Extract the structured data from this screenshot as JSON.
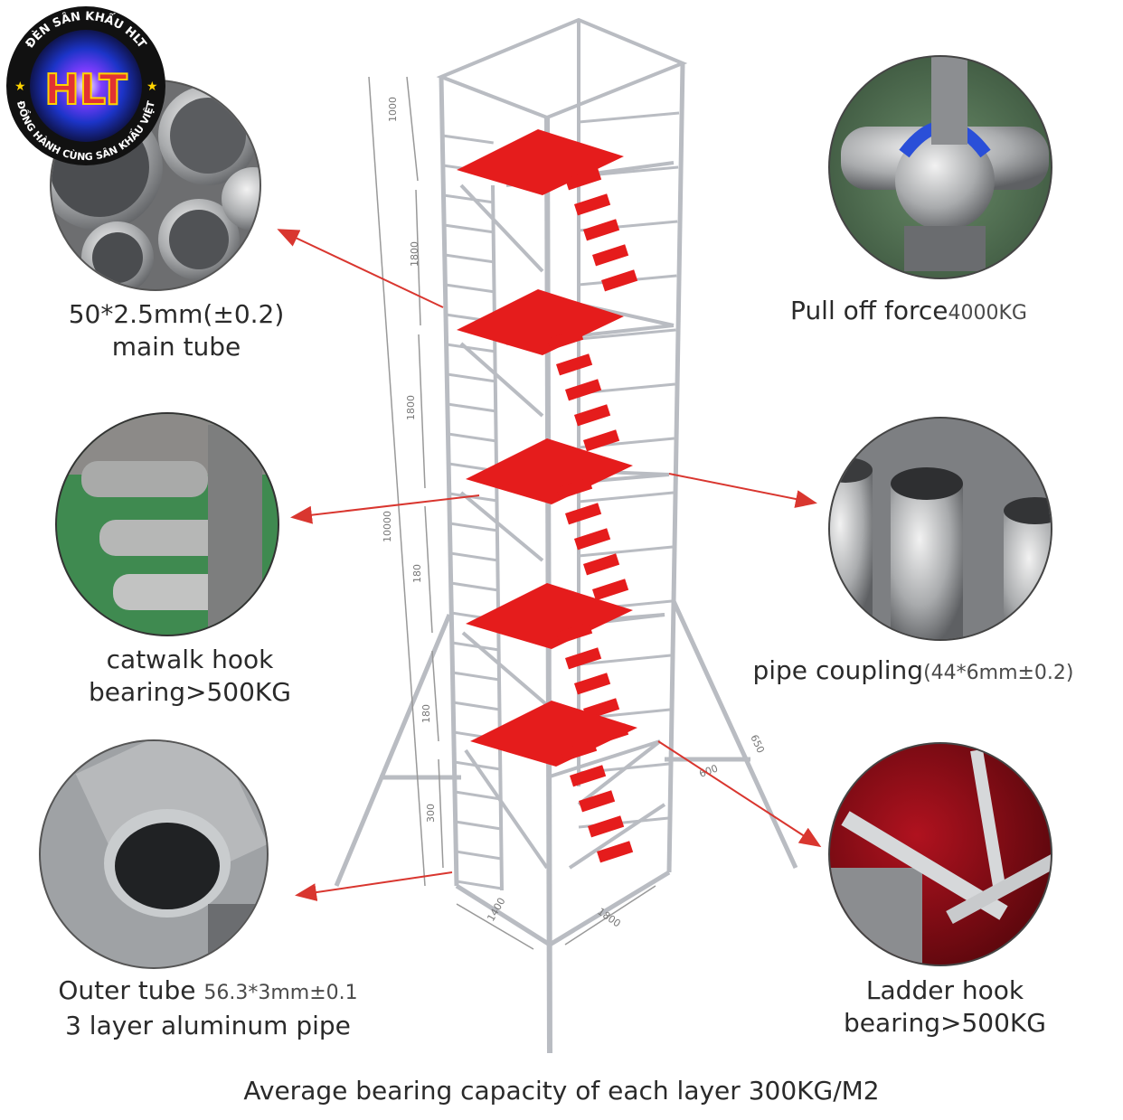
{
  "logo": {
    "top_text": "ĐÈN SÂN KHẤU HLT",
    "brand": "HLT",
    "bottom_text": "ĐỒNG HÀNH CÙNG SÂN KHẤU VIỆT"
  },
  "callouts": {
    "main_tube": {
      "line1_big": "50*2.5mm(",
      "line1_small": "±0.2)",
      "line2": "main tube",
      "icon": "aluminum-tube-bundle-photo"
    },
    "pull_off": {
      "big": "Pull off force",
      "small": "4000KG",
      "icon": "clamp-coupler-photo"
    },
    "catwalk_hook": {
      "line1": "catwalk hook",
      "line2": "bearing>500KG",
      "icon": "catwalk-hook-photo"
    },
    "pipe_coupling": {
      "big": "pipe coupling",
      "small": "(44*6mm±0.2)",
      "icon": "pipe-coupling-photo"
    },
    "outer_tube": {
      "line1_big": "Outer tube ",
      "line1_small": "56.3*3mm±0.1",
      "line2": "3 layer aluminum pipe",
      "icon": "outer-tube-photo"
    },
    "ladder_hook": {
      "line1": "Ladder hook",
      "line2": "bearing>500KG",
      "icon": "ladder-hook-photo"
    }
  },
  "dimensions": [
    "1000",
    "1800",
    "1800",
    "10000",
    "180",
    "180",
    "300",
    "1400",
    "1800",
    "600",
    "650"
  ],
  "caption": "Average bearing capacity of each layer 300KG/M2",
  "colors": {
    "platform": "#e51c1c",
    "frame": "#b9bcc2",
    "arrow": "#d9362f",
    "logo_bg": "#111111"
  }
}
